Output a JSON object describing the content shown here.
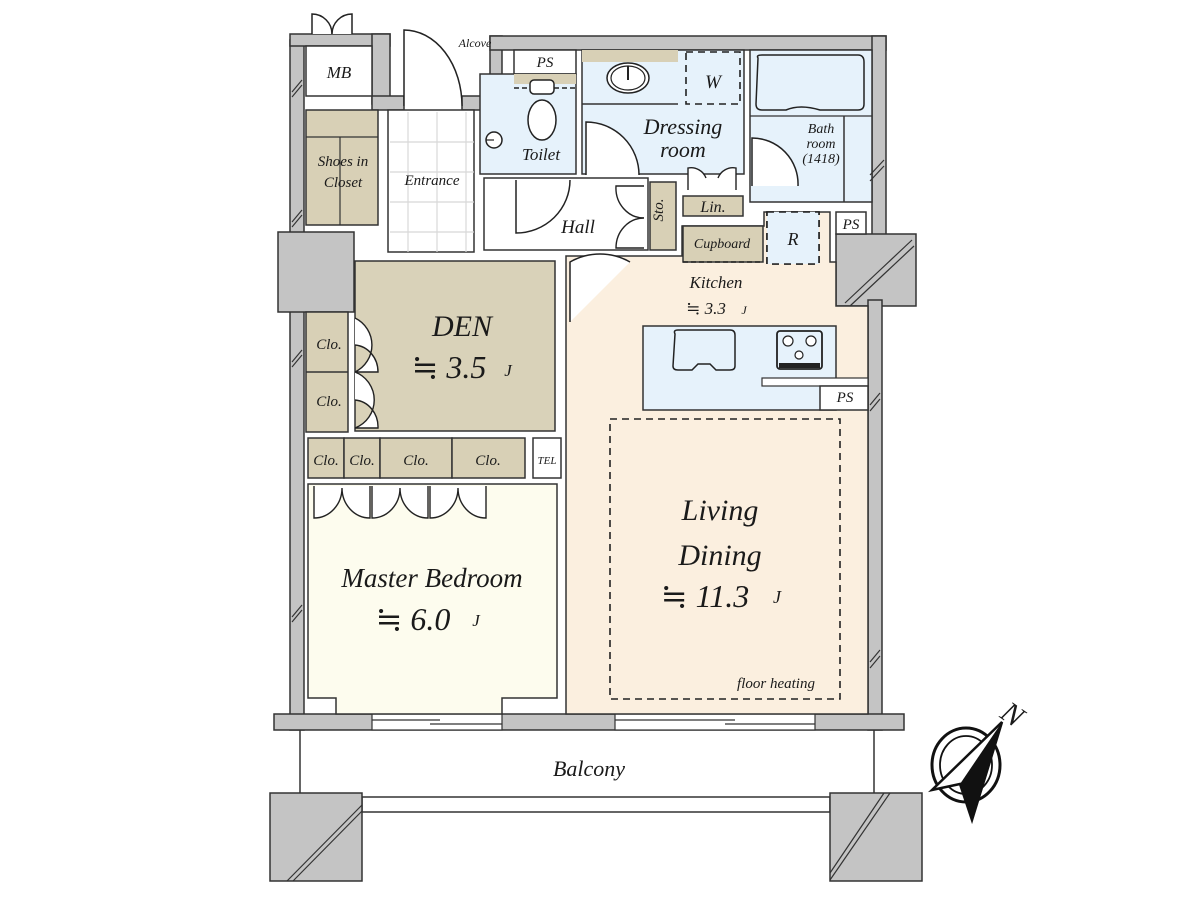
{
  "plan": {
    "colors": {
      "wall": "#c4c4c4",
      "storage": "#d8d0b6",
      "den": "#d9d2b9",
      "wet_area": "#e6f2fb",
      "living": "#fbefdf",
      "bedroom": "#fdfcee",
      "entrance": "#ffffff"
    },
    "rooms": {
      "mb": "MB",
      "alcove": "Alcove",
      "ps_top": "PS",
      "toilet": "Toilet",
      "dressing_line1": "Dressing",
      "dressing_line2": "room",
      "washer": "W",
      "bath_line1": "Bath",
      "bath_line2": "room",
      "bath_line3": "(1418)",
      "shoes_line1": "Shoes in",
      "shoes_line2": "Closet",
      "entrance": "Entrance",
      "hall": "Hall",
      "storage": "Sto.",
      "linen": "Lin.",
      "cupboard": "Cupboard",
      "refrigerator": "R",
      "ps_right": "PS",
      "kitchen": "Kitchen",
      "kitchen_area": "≒ 3.3",
      "kitchen_unit": "J",
      "ps_kitchen": "PS",
      "den": "DEN",
      "den_area": "≒ 3.5",
      "den_unit": "J",
      "closet_den_1": "Clo.",
      "closet_den_2": "Clo.",
      "closet_row_1": "Clo.",
      "closet_row_2": "Clo.",
      "closet_row_3": "Clo.",
      "closet_row_4": "Clo.",
      "tel": "TEL",
      "bedroom": "Master Bedroom",
      "bedroom_area": "≒ 6.0",
      "bedroom_unit": "J",
      "living_line1": "Living",
      "living_line2": "Dining",
      "living_area": "≒ 11.3",
      "living_unit": "J",
      "floor_heating": "floor heating",
      "balcony": "Balcony"
    },
    "compass": {
      "label": "N"
    }
  }
}
